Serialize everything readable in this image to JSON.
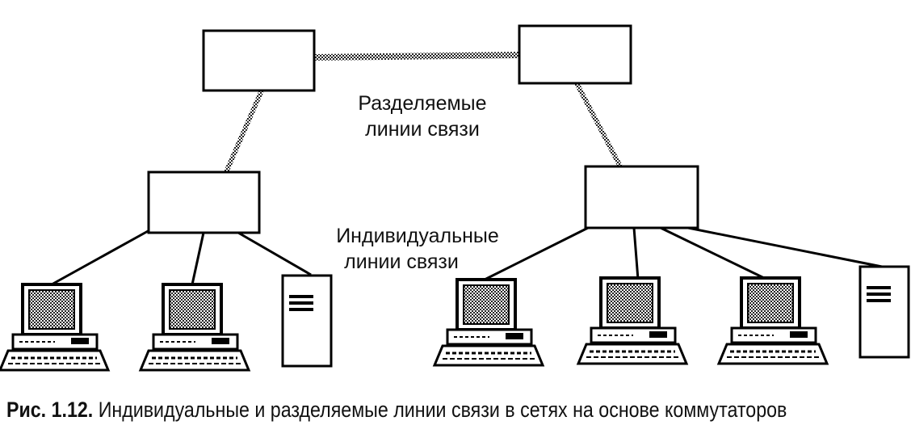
{
  "labels": {
    "shared_line1": "Разделяемые",
    "shared_line2": "линии связи",
    "individual_line1": "Индивидуальные",
    "individual_line2": "линии связи"
  },
  "caption": {
    "prefix": "Рис. 1.12.",
    "text": "Индивидуальные и разделяемые линии связи в сетях на основе коммутаторов"
  },
  "nodes": {
    "switches": [
      "switch",
      "switch",
      "switch",
      "switch"
    ],
    "computers": [
      "desktop-computer",
      "desktop-computer",
      "desktop-computer",
      "desktop-computer",
      "desktop-computer"
    ],
    "servers": [
      "server-tower",
      "server-tower"
    ]
  }
}
